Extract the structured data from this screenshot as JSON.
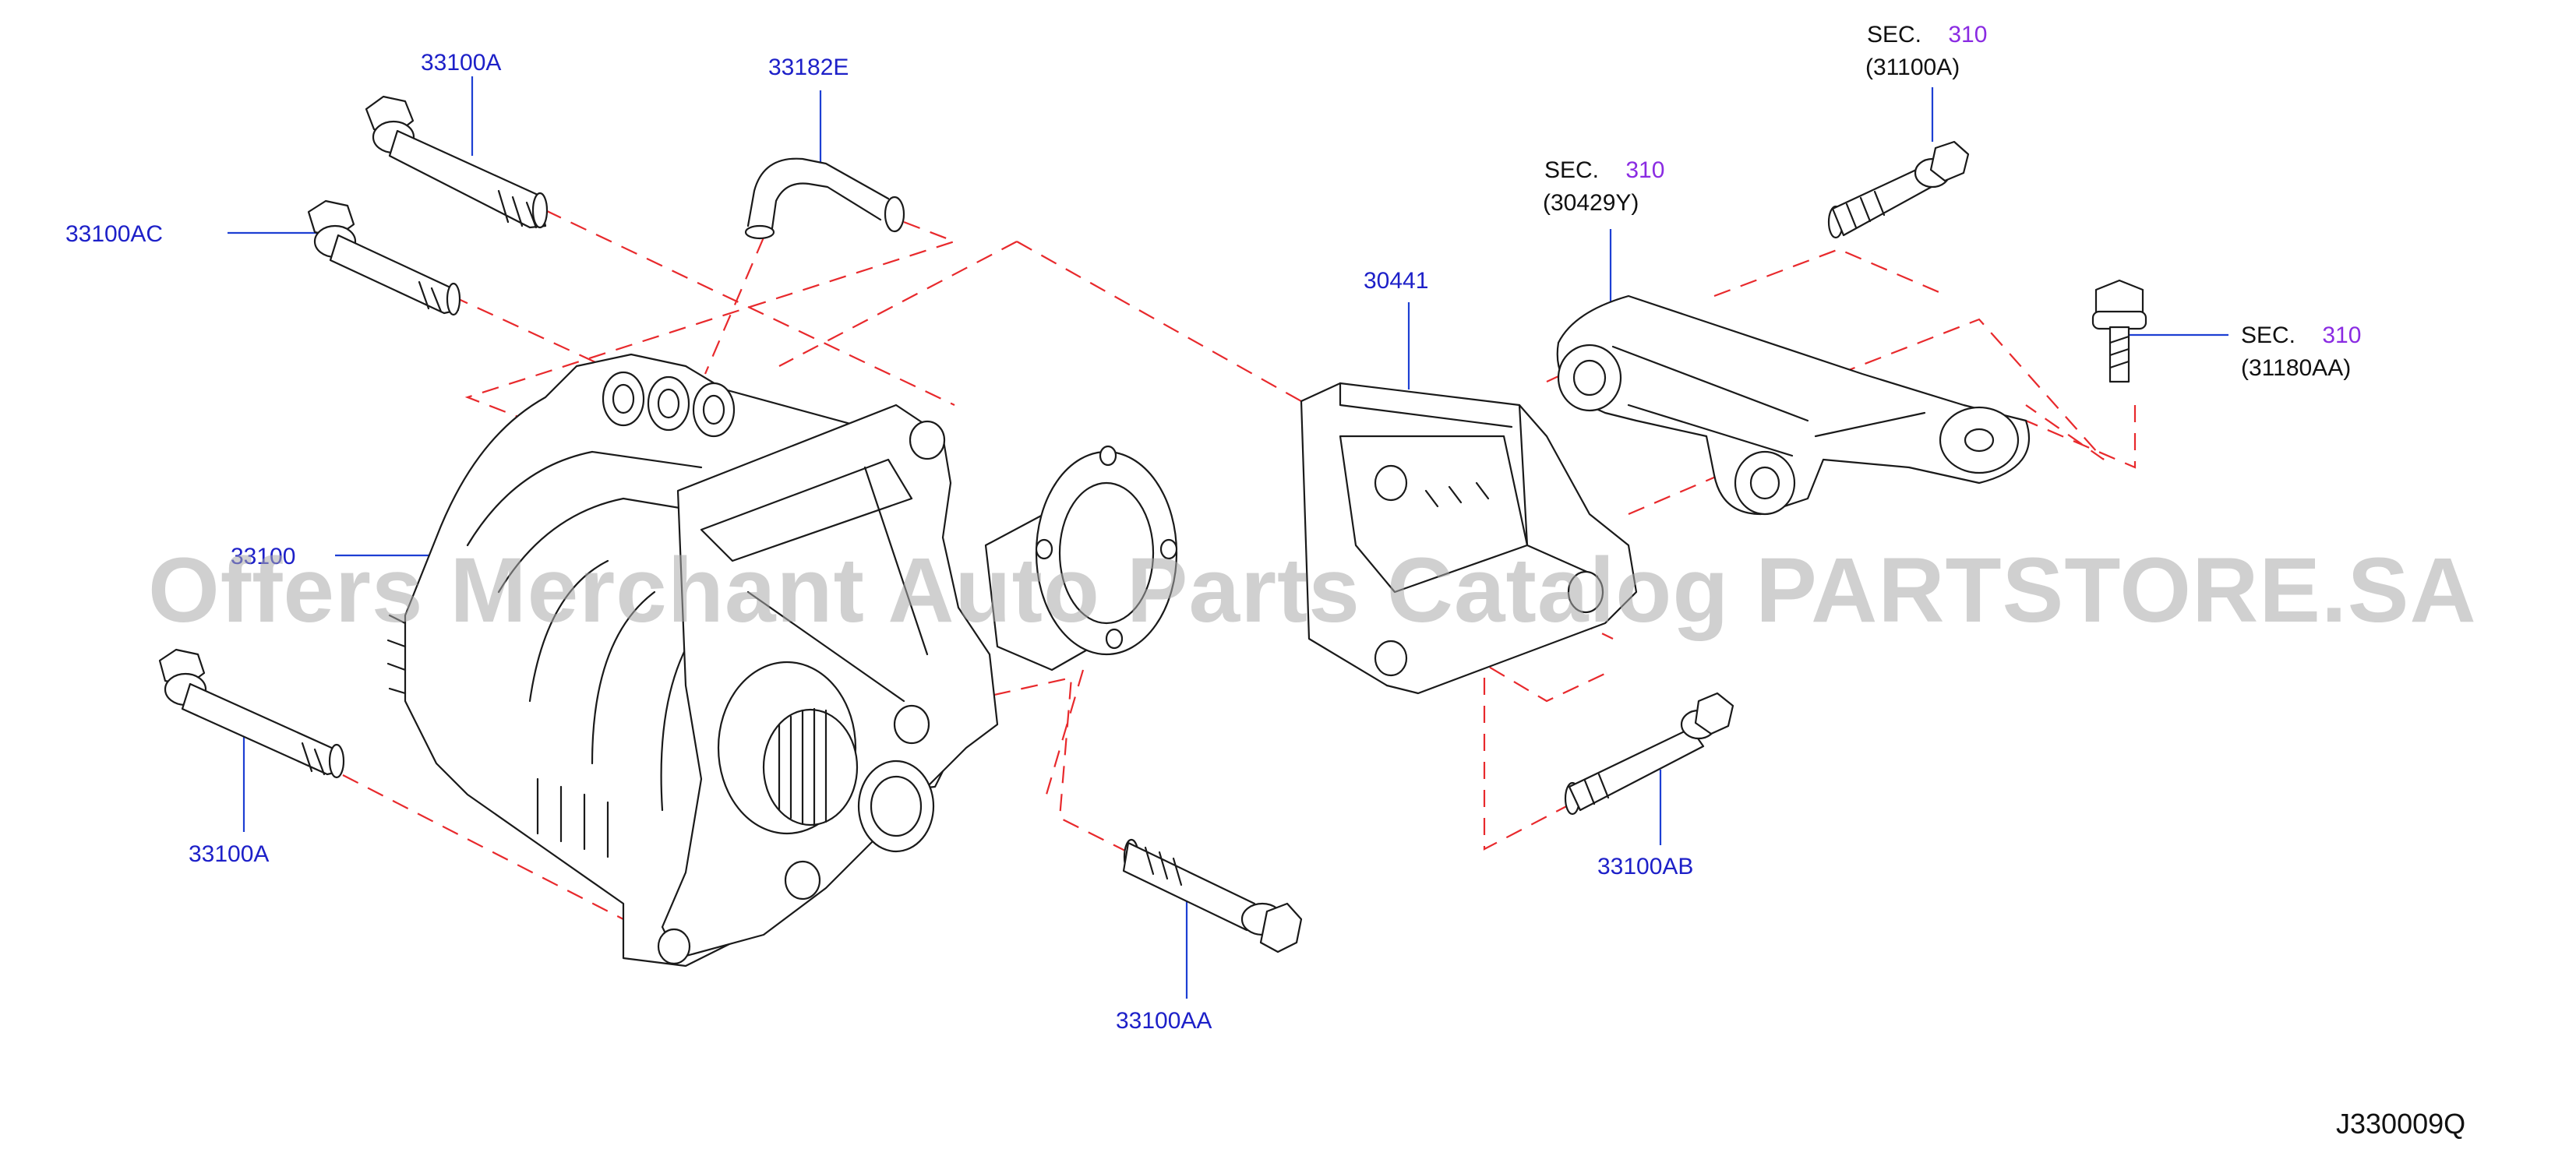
{
  "labels": {
    "p33100A_top": "33100A",
    "p33182E": "33182E",
    "p33100AC": "33100AC",
    "p33100": "33100",
    "p33100A_bottom": "33100A",
    "p33100AA": "33100AA",
    "p30441": "30441",
    "p33100AB": "33100AB"
  },
  "sections": {
    "sec1": {
      "prefix": "SEC.",
      "number": "310",
      "ref": "(31100A)"
    },
    "sec2": {
      "prefix": "SEC.",
      "number": "310",
      "ref": "(30429Y)"
    },
    "sec3": {
      "prefix": "SEC.",
      "number": "310",
      "ref": "(31180AA)"
    }
  },
  "watermark": "Offers Merchant Auto Parts Catalog PARTSTORE.SA",
  "diagram_code": "J330009Q",
  "colors": {
    "label": "#1d20c8",
    "section_number": "#8a2be2",
    "dashed_guide": "#e8292c",
    "leader": "#1d3fd3"
  }
}
